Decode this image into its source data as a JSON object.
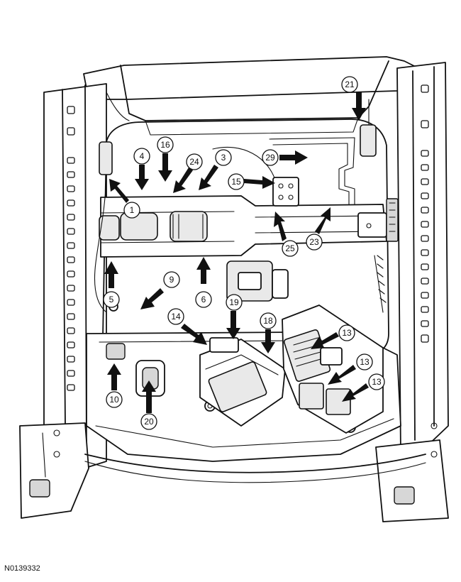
{
  "figure_id": "N0139332",
  "callouts": [
    "1",
    "3",
    "4",
    "5",
    "6",
    "9",
    "10",
    "13",
    "13",
    "13",
    "14",
    "15",
    "16",
    "18",
    "19",
    "20",
    "21",
    "23",
    "24",
    "25",
    "29"
  ]
}
